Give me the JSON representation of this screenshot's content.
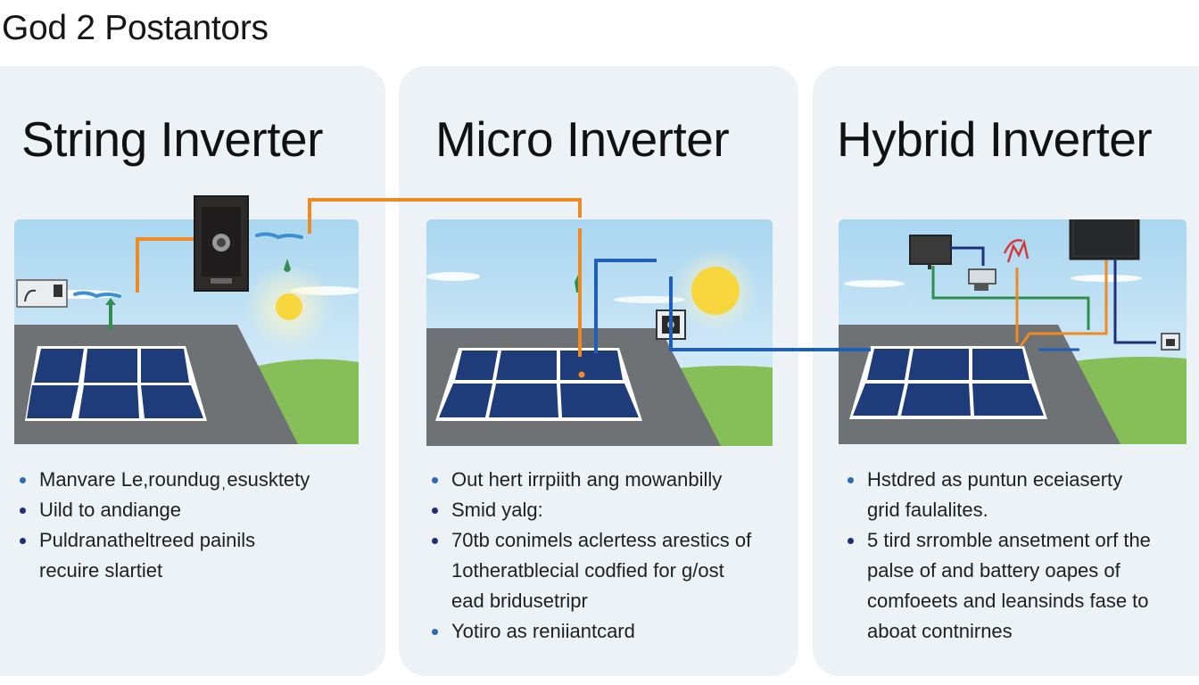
{
  "page_title": "God 2 Postantors",
  "colors": {
    "panel_bg": "#edf2f6",
    "sky_top": "#a9d6f0",
    "sky_bottom": "#e6f3fb",
    "roof": "#6f7275",
    "solar_cell": "#1f3c7a",
    "grass": "#86bf57",
    "sun": "#f7d63e",
    "wire_orange": "#ef8a22",
    "wire_blue": "#1f5fb7",
    "wire_green": "#2f8f4e",
    "wire_navy": "#1f2f7a",
    "bullet": "#2b6cb0"
  },
  "panels": [
    {
      "title": "String Inverter",
      "bullets": [
        "Manvare Le,roundugˌesusktety",
        "Uild to andiange",
        "Puldranatheltreed painils\nrecuire slartiet"
      ],
      "icons": [
        "inverter-box-icon",
        "meter-icon",
        "sun-icon",
        "solar-array-icon",
        "connector-icon"
      ]
    },
    {
      "title": "Micro Inverter",
      "bullets": [
        "Out hert irrpiith ang mowanbilly",
        "Smid yalg:",
        "70tb conimels aclertess arestics of\n1otheratblecial codfied for g/ost\nead bridusetripr",
        "Yotiro as reniiantcard"
      ],
      "icons": [
        "micro-inverter-icon",
        "connector-icon",
        "sun-icon",
        "solar-array-icon"
      ]
    },
    {
      "title": "Hybrid Inverter",
      "bullets": [
        "Hstdred as puntun eceiaserty\ngrid faulalites.",
        "5 tird srromble ansetment orf the\npalse of and battery oapes of\ncomfoeets and leansinds fase to\naboat contnirnes"
      ],
      "icons": [
        "battery-monitor-icon",
        "controller-icon",
        "grid-meter-icon",
        "hybrid-inverter-icon",
        "antenna-icon",
        "solar-array-icon"
      ]
    }
  ]
}
